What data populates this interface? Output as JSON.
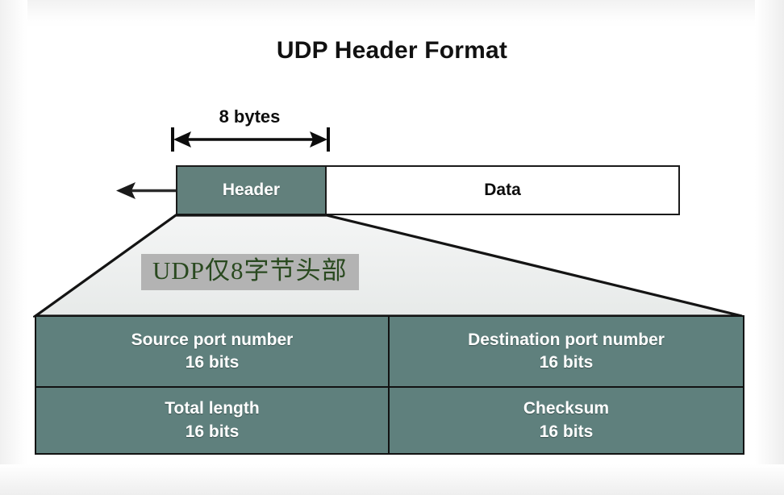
{
  "title": "UDP Header Format",
  "dimension": {
    "label": "8 bytes",
    "arrow_icon": "double-headed-arrow-icon"
  },
  "packet_bar": {
    "header_label": "Header",
    "data_label": "Data",
    "callout_arrow_icon": "left-arrow-icon"
  },
  "annotation": {
    "text": "UDP仅8字节头部",
    "text_color": "#29491f",
    "highlight_color": "#b3b3b3"
  },
  "funnel": {
    "name": "zoom-funnel-shape",
    "fill_color": "#eceeed",
    "stroke_color": "#141414"
  },
  "header_fields": {
    "rows": [
      [
        {
          "name": "Source port number",
          "size": "16 bits"
        },
        {
          "name": "Destination port number",
          "size": "16 bits"
        }
      ],
      [
        {
          "name": "Total length",
          "size": "16 bits"
        },
        {
          "name": "Checksum",
          "size": "16 bits"
        }
      ]
    ]
  },
  "colors": {
    "field_fill": "#5f807d",
    "header_fill": "#62807c",
    "border": "#121212",
    "page_background": "#ffffff"
  }
}
